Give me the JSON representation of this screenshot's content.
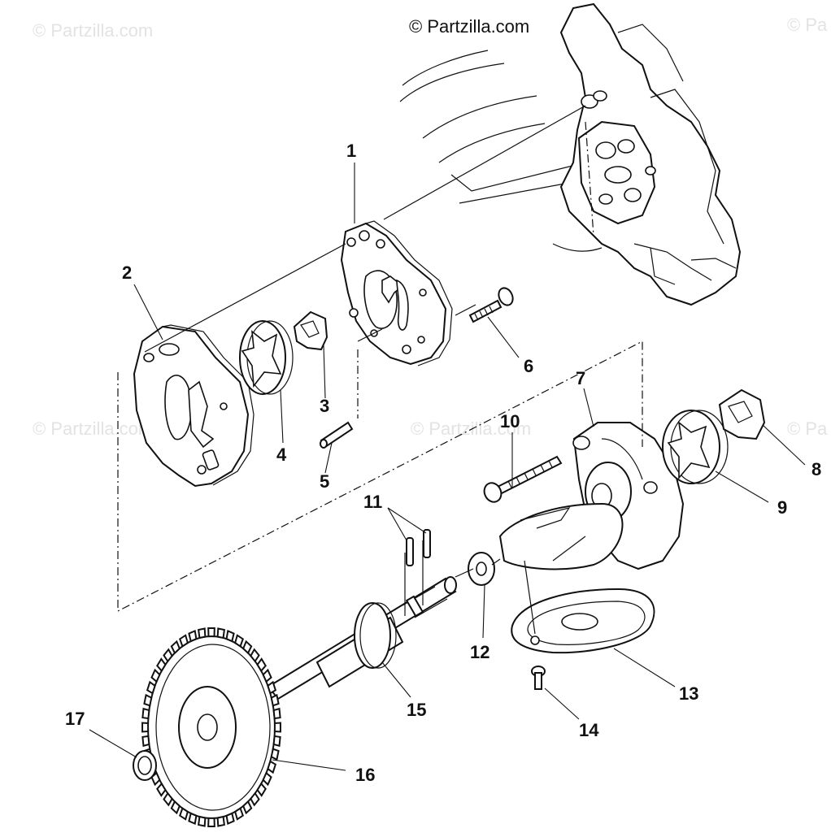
{
  "watermark": {
    "text": "© Partzilla.com",
    "partial_text": "© Pa",
    "color": "#e3e3e3"
  },
  "copyright": "© Partzilla.com",
  "callouts": [
    {
      "id": "1",
      "label": "1"
    },
    {
      "id": "2",
      "label": "2"
    },
    {
      "id": "3",
      "label": "3"
    },
    {
      "id": "4",
      "label": "4"
    },
    {
      "id": "5",
      "label": "5"
    },
    {
      "id": "6",
      "label": "6"
    },
    {
      "id": "7",
      "label": "7"
    },
    {
      "id": "8",
      "label": "8"
    },
    {
      "id": "9",
      "label": "9"
    },
    {
      "id": "10",
      "label": "10"
    },
    {
      "id": "11",
      "label": "11"
    },
    {
      "id": "12",
      "label": "12"
    },
    {
      "id": "13",
      "label": "13"
    },
    {
      "id": "14",
      "label": "14"
    },
    {
      "id": "15",
      "label": "15"
    },
    {
      "id": "16",
      "label": "16"
    },
    {
      "id": "17",
      "label": "17"
    }
  ],
  "line_color": "#111111"
}
